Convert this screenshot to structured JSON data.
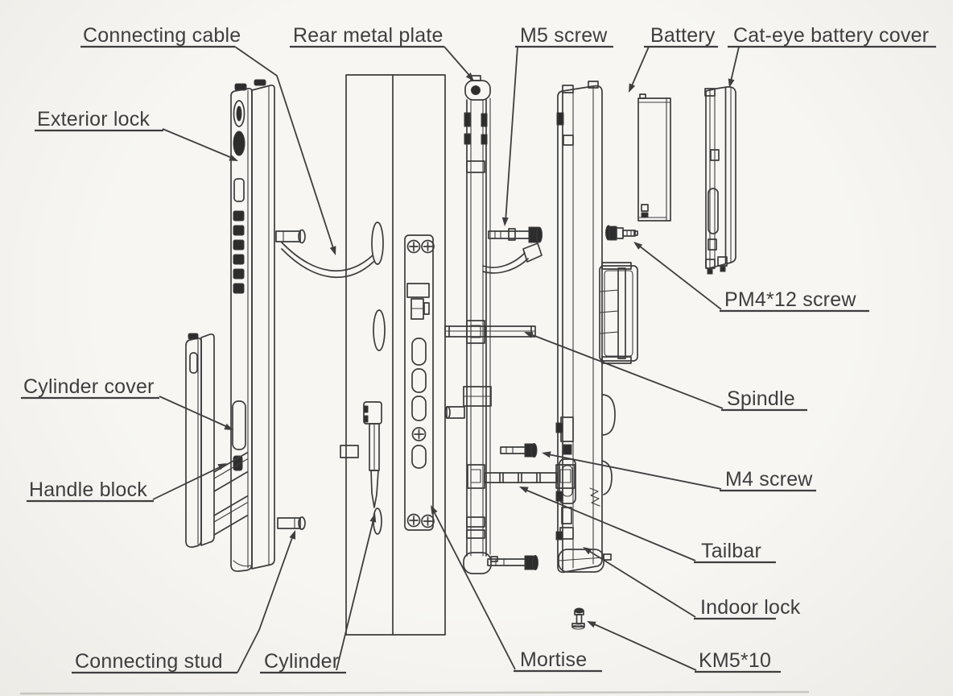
{
  "diagram_type": "exploded-assembly-line-drawing",
  "colors": {
    "background": "#f4f3f0",
    "line": "#3c3c3c",
    "text": "#3e3e3e",
    "dark_fill": "#2d2d2d"
  },
  "labels": {
    "connecting_cable": "Connecting cable",
    "rear_metal_plate": "Rear metal plate",
    "m5_screw": "M5 screw",
    "battery": "Battery",
    "cat_eye_battery_cover": "Cat-eye battery cover",
    "exterior_lock": "Exterior lock",
    "pm4_12_screw": "PM4*12 screw",
    "cylinder_cover": "Cylinder cover",
    "spindle": "Spindle",
    "handle_block": "Handle block",
    "m4_screw": "M4 screw",
    "tailbar": "Tailbar",
    "indoor_lock": "Indoor lock",
    "connecting_stud": "Connecting stud",
    "cylinder": "Cylinder",
    "mortise": "Mortise",
    "km5_10": "KM5*10"
  }
}
